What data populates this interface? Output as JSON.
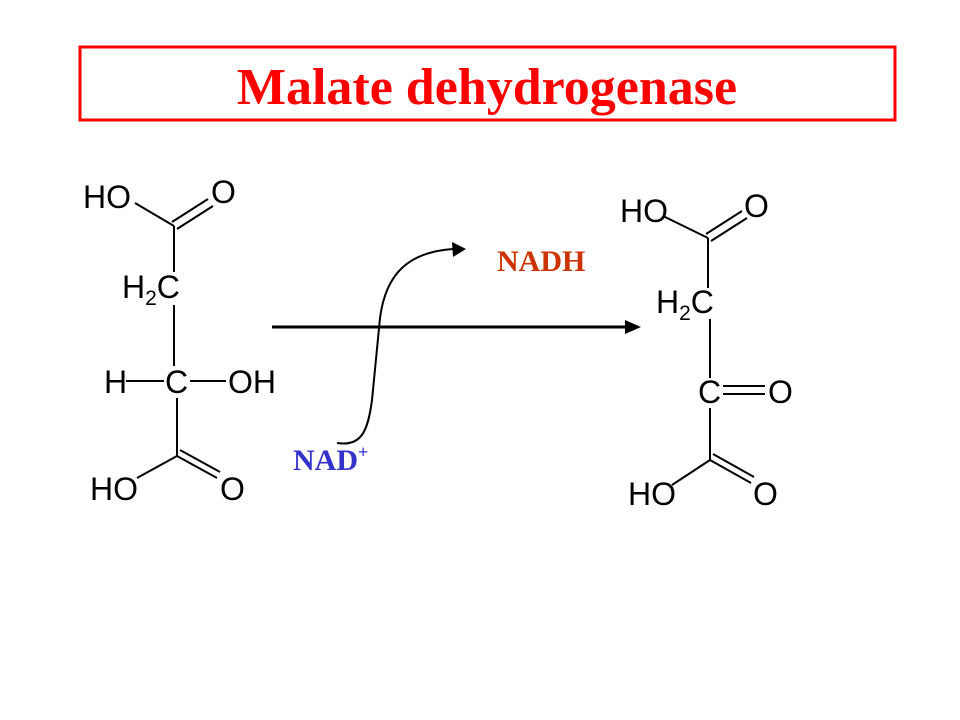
{
  "title": "Malate dehydrogenase",
  "colors": {
    "title": "#ff0000",
    "title_border": "#ff0000",
    "nadh": "#cc3300",
    "nad": "#3333cc",
    "line": "#000000"
  },
  "reactant": {
    "top_ho": "HO",
    "top_o": "O",
    "ch2": {
      "h": "H",
      "sub": "2",
      "c": "C"
    },
    "h": "H",
    "c": "C",
    "oh": "OH",
    "bottom_ho": "HO",
    "bottom_o": "O"
  },
  "product": {
    "top_ho": "HO",
    "top_o": "O",
    "ch2": {
      "h": "H",
      "sub": "2",
      "c": "C"
    },
    "c": "C",
    "keto_o": "O",
    "bottom_ho": "HO",
    "bottom_o": "O"
  },
  "cofactor": {
    "product": "NADH",
    "substrate": {
      "label": "NAD",
      "charge": "+"
    }
  }
}
